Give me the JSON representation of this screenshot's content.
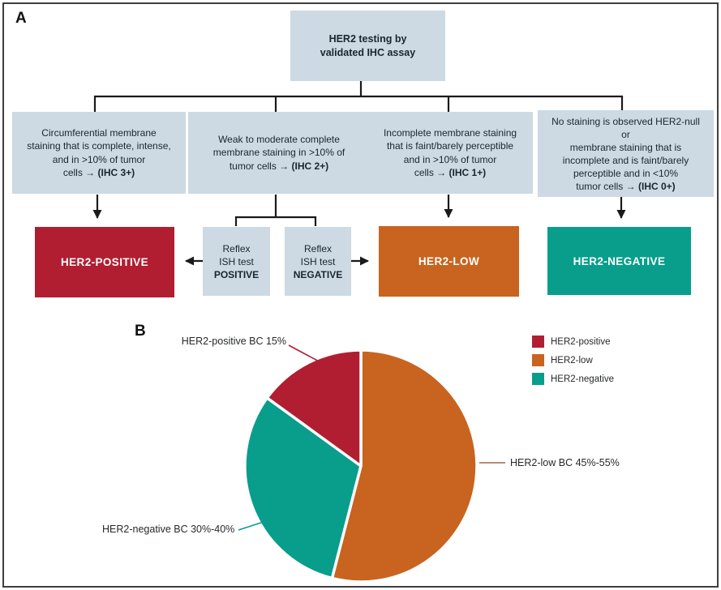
{
  "colors": {
    "positive": "#B11E32",
    "low": "#C8641F",
    "negative": "#089E8B",
    "box_fill": "#CDD9E3",
    "text_dark": "#1B2530",
    "line": "#1A1A1A",
    "leader_low": "#A2664C",
    "result_text": "#FFFFFF"
  },
  "panel_a": {
    "label": "A",
    "root": {
      "text": "HER2 testing by\nvalidated IHC assay"
    },
    "criteria": [
      {
        "text": "Circumferential membrane\nstaining that is complete, intense,\nand in >10% of tumor\ncells → ",
        "ihc": "(IHC 3+)"
      },
      {
        "text": "Weak to moderate complete\nmembrane staining in >10% of\ntumor cells → ",
        "ihc": "(IHC 2+)"
      },
      {
        "text": "Incomplete membrane staining\nthat is faint/barely perceptible\nand in >10% of tumor\ncells → ",
        "ihc": "(IHC 1+)"
      },
      {
        "text": "No staining is observed HER2-null\nor\nmembrane staining that is\nincomplete and is faint/barely\nperceptible and in <10%\ntumor cells → ",
        "ihc": "(IHC 0+)"
      }
    ],
    "reflex": [
      {
        "text": "Reflex\nISH test",
        "result": "POSITIVE"
      },
      {
        "text": "Reflex\nISH test",
        "result": "NEGATIVE"
      }
    ],
    "outcomes": [
      {
        "label": "HER2-POSITIVE",
        "color_key": "positive"
      },
      {
        "label": "HER2-LOW",
        "color_key": "low"
      },
      {
        "label": "HER2-NEGATIVE",
        "color_key": "negative"
      }
    ]
  },
  "panel_b": {
    "label": "B",
    "legend": [
      {
        "label": "HER2-positive",
        "color_key": "positive"
      },
      {
        "label": "HER2-low",
        "color_key": "low"
      },
      {
        "label": "HER2-negative",
        "color_key": "negative"
      }
    ],
    "callouts": {
      "positive": "HER2-positive BC 15%",
      "low": "HER2-low BC 45%-55%",
      "negative": "HER2-negative BC 30%-40%"
    }
  },
  "chart_data": {
    "type": "pie",
    "slices": [
      {
        "label": "HER2-low BC",
        "display_value": "45%-55%",
        "plot_value": 54,
        "color_key": "low"
      },
      {
        "label": "HER2-negative BC",
        "display_value": "30%-40%",
        "plot_value": 31,
        "color_key": "negative"
      },
      {
        "label": "HER2-positive BC",
        "display_value": "15%",
        "plot_value": 15,
        "color_key": "positive"
      }
    ],
    "start_angle_deg": 0,
    "direction": "clockwise",
    "legend": [
      "HER2-positive",
      "HER2-low",
      "HER2-negative"
    ],
    "legend_position": "top-right"
  }
}
